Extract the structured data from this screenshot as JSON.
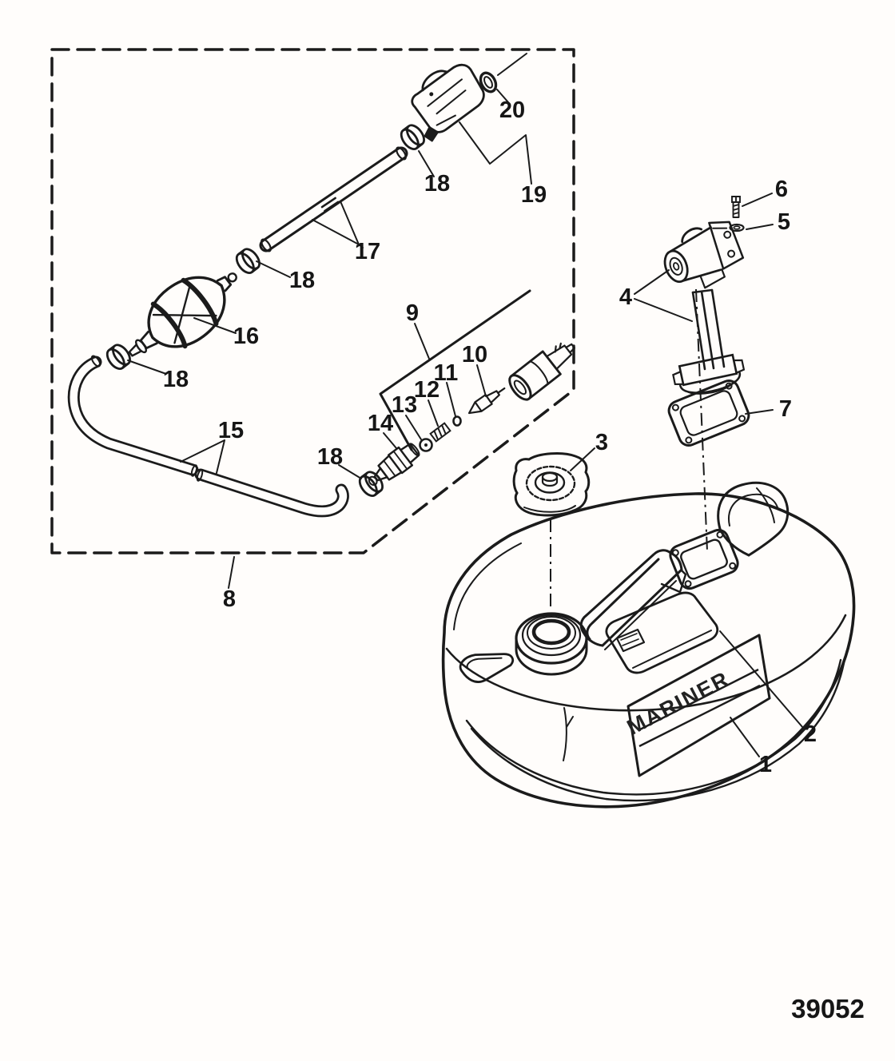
{
  "figure": {
    "part_code": "39052",
    "brand_label": "MARINER"
  },
  "callouts": {
    "1": "1",
    "2": "2",
    "3": "3",
    "4": "4",
    "5": "5",
    "6": "6",
    "7": "7",
    "8": "8",
    "9": "9",
    "10": "10",
    "11": "11",
    "12": "12",
    "13": "13",
    "14": "14",
    "15": "15",
    "16": "16",
    "17": "17",
    "18": "18",
    "19": "19",
    "20": "20"
  }
}
